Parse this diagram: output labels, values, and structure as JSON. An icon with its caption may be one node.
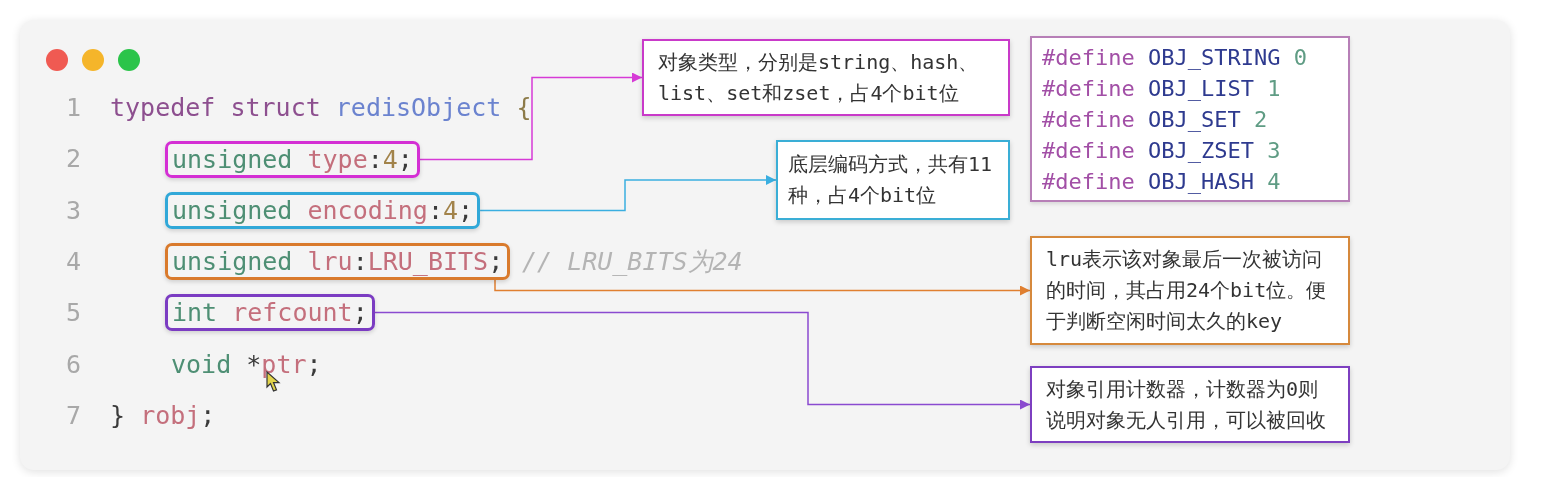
{
  "diagram": {
    "nodes": [
      {
        "text": [
          "1",
          "typedef struct redisObject {",
          "2",
          "3",
          "4",
          "// LRU_BITS为24",
          "5",
          "6",
          "void *ptr;",
          "7",
          "} robj;"
        ]
      },
      {
        "text": [
          "unsigned type:4;"
        ],
        "in": 0
      },
      {
        "text": [
          "unsigned encoding:4;"
        ],
        "in": 0
      },
      {
        "text": [
          "unsigned lru:LRU_BITS;"
        ],
        "in": 0
      },
      {
        "text": [
          "int refcount;"
        ],
        "in": 0
      },
      {
        "text": [
          "对象类型，分别是string、hash、list、set和zset，占4个bit位"
        ],
        "in": 0
      },
      {
        "text": [
          "#define OBJ_STRING 0",
          "#define OBJ_LIST 1",
          "#define OBJ_SET 2",
          "#define OBJ_ZSET 3",
          "#define OBJ_HASH 4"
        ],
        "in": 0
      },
      {
        "text": [
          "底层编码方式，共有11种，占4个bit位"
        ],
        "in": 0
      },
      {
        "text": [
          "lru表示该对象最后一次被访问的时间，其占用24个bit位。便于判断空闲时间太久的key"
        ],
        "in": 0
      },
      {
        "text": [
          "对象引用计数器，计数器为0则说明对象无人引用，可以被回收"
        ],
        "in": 0
      }
    ],
    "edges": [
      {
        "from": 1,
        "to": 5,
        "arrow": "to",
        "color": "#d63ad6"
      },
      {
        "from": 2,
        "to": 7,
        "arrow": "to",
        "color": "#3aaee0"
      },
      {
        "from": 3,
        "to": 8,
        "arrow": "to",
        "color": "#e07f30"
      },
      {
        "from": 4,
        "to": 9,
        "arrow": "to",
        "color": "#8a4ad0"
      }
    ]
  }
}
